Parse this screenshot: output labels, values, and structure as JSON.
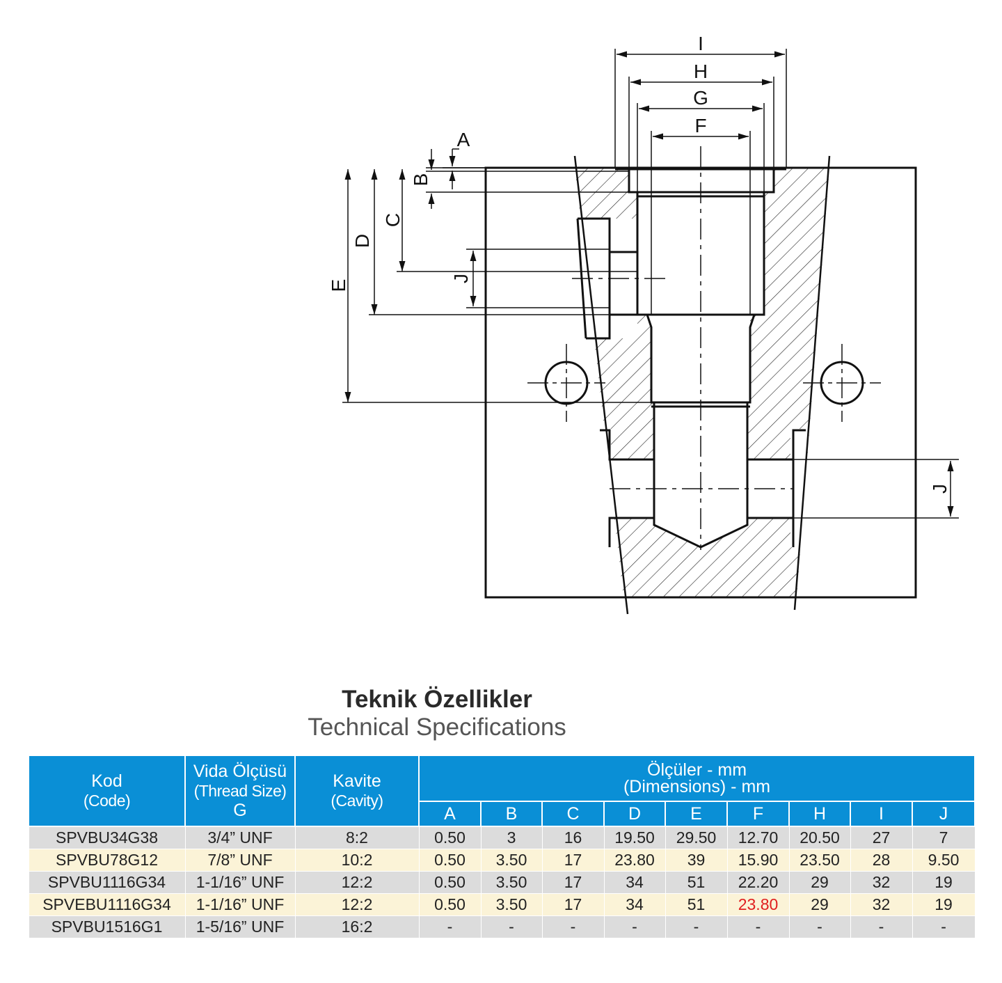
{
  "drawing": {
    "labels": {
      "I": "I",
      "H": "H",
      "G": "G",
      "F": "F",
      "A": "A",
      "B": "B",
      "C": "C",
      "D": "D",
      "E": "E",
      "J1": "J",
      "J2": "J"
    }
  },
  "title": {
    "tr": "Teknik Özellikler",
    "en": "Technical Specifications"
  },
  "table": {
    "headers": {
      "code": "Kod",
      "code_en": "(Code)",
      "thread": "Vida Ölçüsü",
      "thread_en": "(Thread Size)",
      "thread_g": "G",
      "cavity": "Kavite",
      "cavity_en": "(Cavity)",
      "dims": "Ölçüler - mm",
      "dims_en": "(Dimensions) - mm"
    },
    "dim_columns": [
      "A",
      "B",
      "C",
      "D",
      "E",
      "F",
      "H",
      "I",
      "J"
    ],
    "rows": [
      {
        "code": "SPVBU34G38",
        "thread": "3/4” UNF",
        "cavity": "8:2",
        "dims": [
          "0.50",
          "3",
          "16",
          "19.50",
          "29.50",
          "12.70",
          "20.50",
          "27",
          "7"
        ]
      },
      {
        "code": "SPVBU78G12",
        "thread": "7/8”  UNF",
        "cavity": "10:2",
        "dims": [
          "0.50",
          "3.50",
          "17",
          "23.80",
          "39",
          "15.90",
          "23.50",
          "28",
          "9.50"
        ]
      },
      {
        "code": "SPVBU1116G34",
        "thread": "1-1/16”  UNF",
        "cavity": "12:2",
        "dims": [
          "0.50",
          "3.50",
          "17",
          "34",
          "51",
          "22.20",
          "29",
          "32",
          "19"
        ]
      },
      {
        "code": "SPVEBU1116G34",
        "thread": "1-1/16”  UNF",
        "cavity": "12:2",
        "dims": [
          "0.50",
          "3.50",
          "17",
          "34",
          "51",
          "23.80",
          "29",
          "32",
          "19"
        ]
      },
      {
        "code": "SPVBU1516G1",
        "thread": "1-5/16”  UNF",
        "cavity": "16:2",
        "dims": [
          "-",
          "-",
          "-",
          "-",
          "-",
          "-",
          "-",
          "-",
          "-"
        ]
      }
    ],
    "highlight_color": "#e02020",
    "header_color": "#0a8fd6"
  }
}
